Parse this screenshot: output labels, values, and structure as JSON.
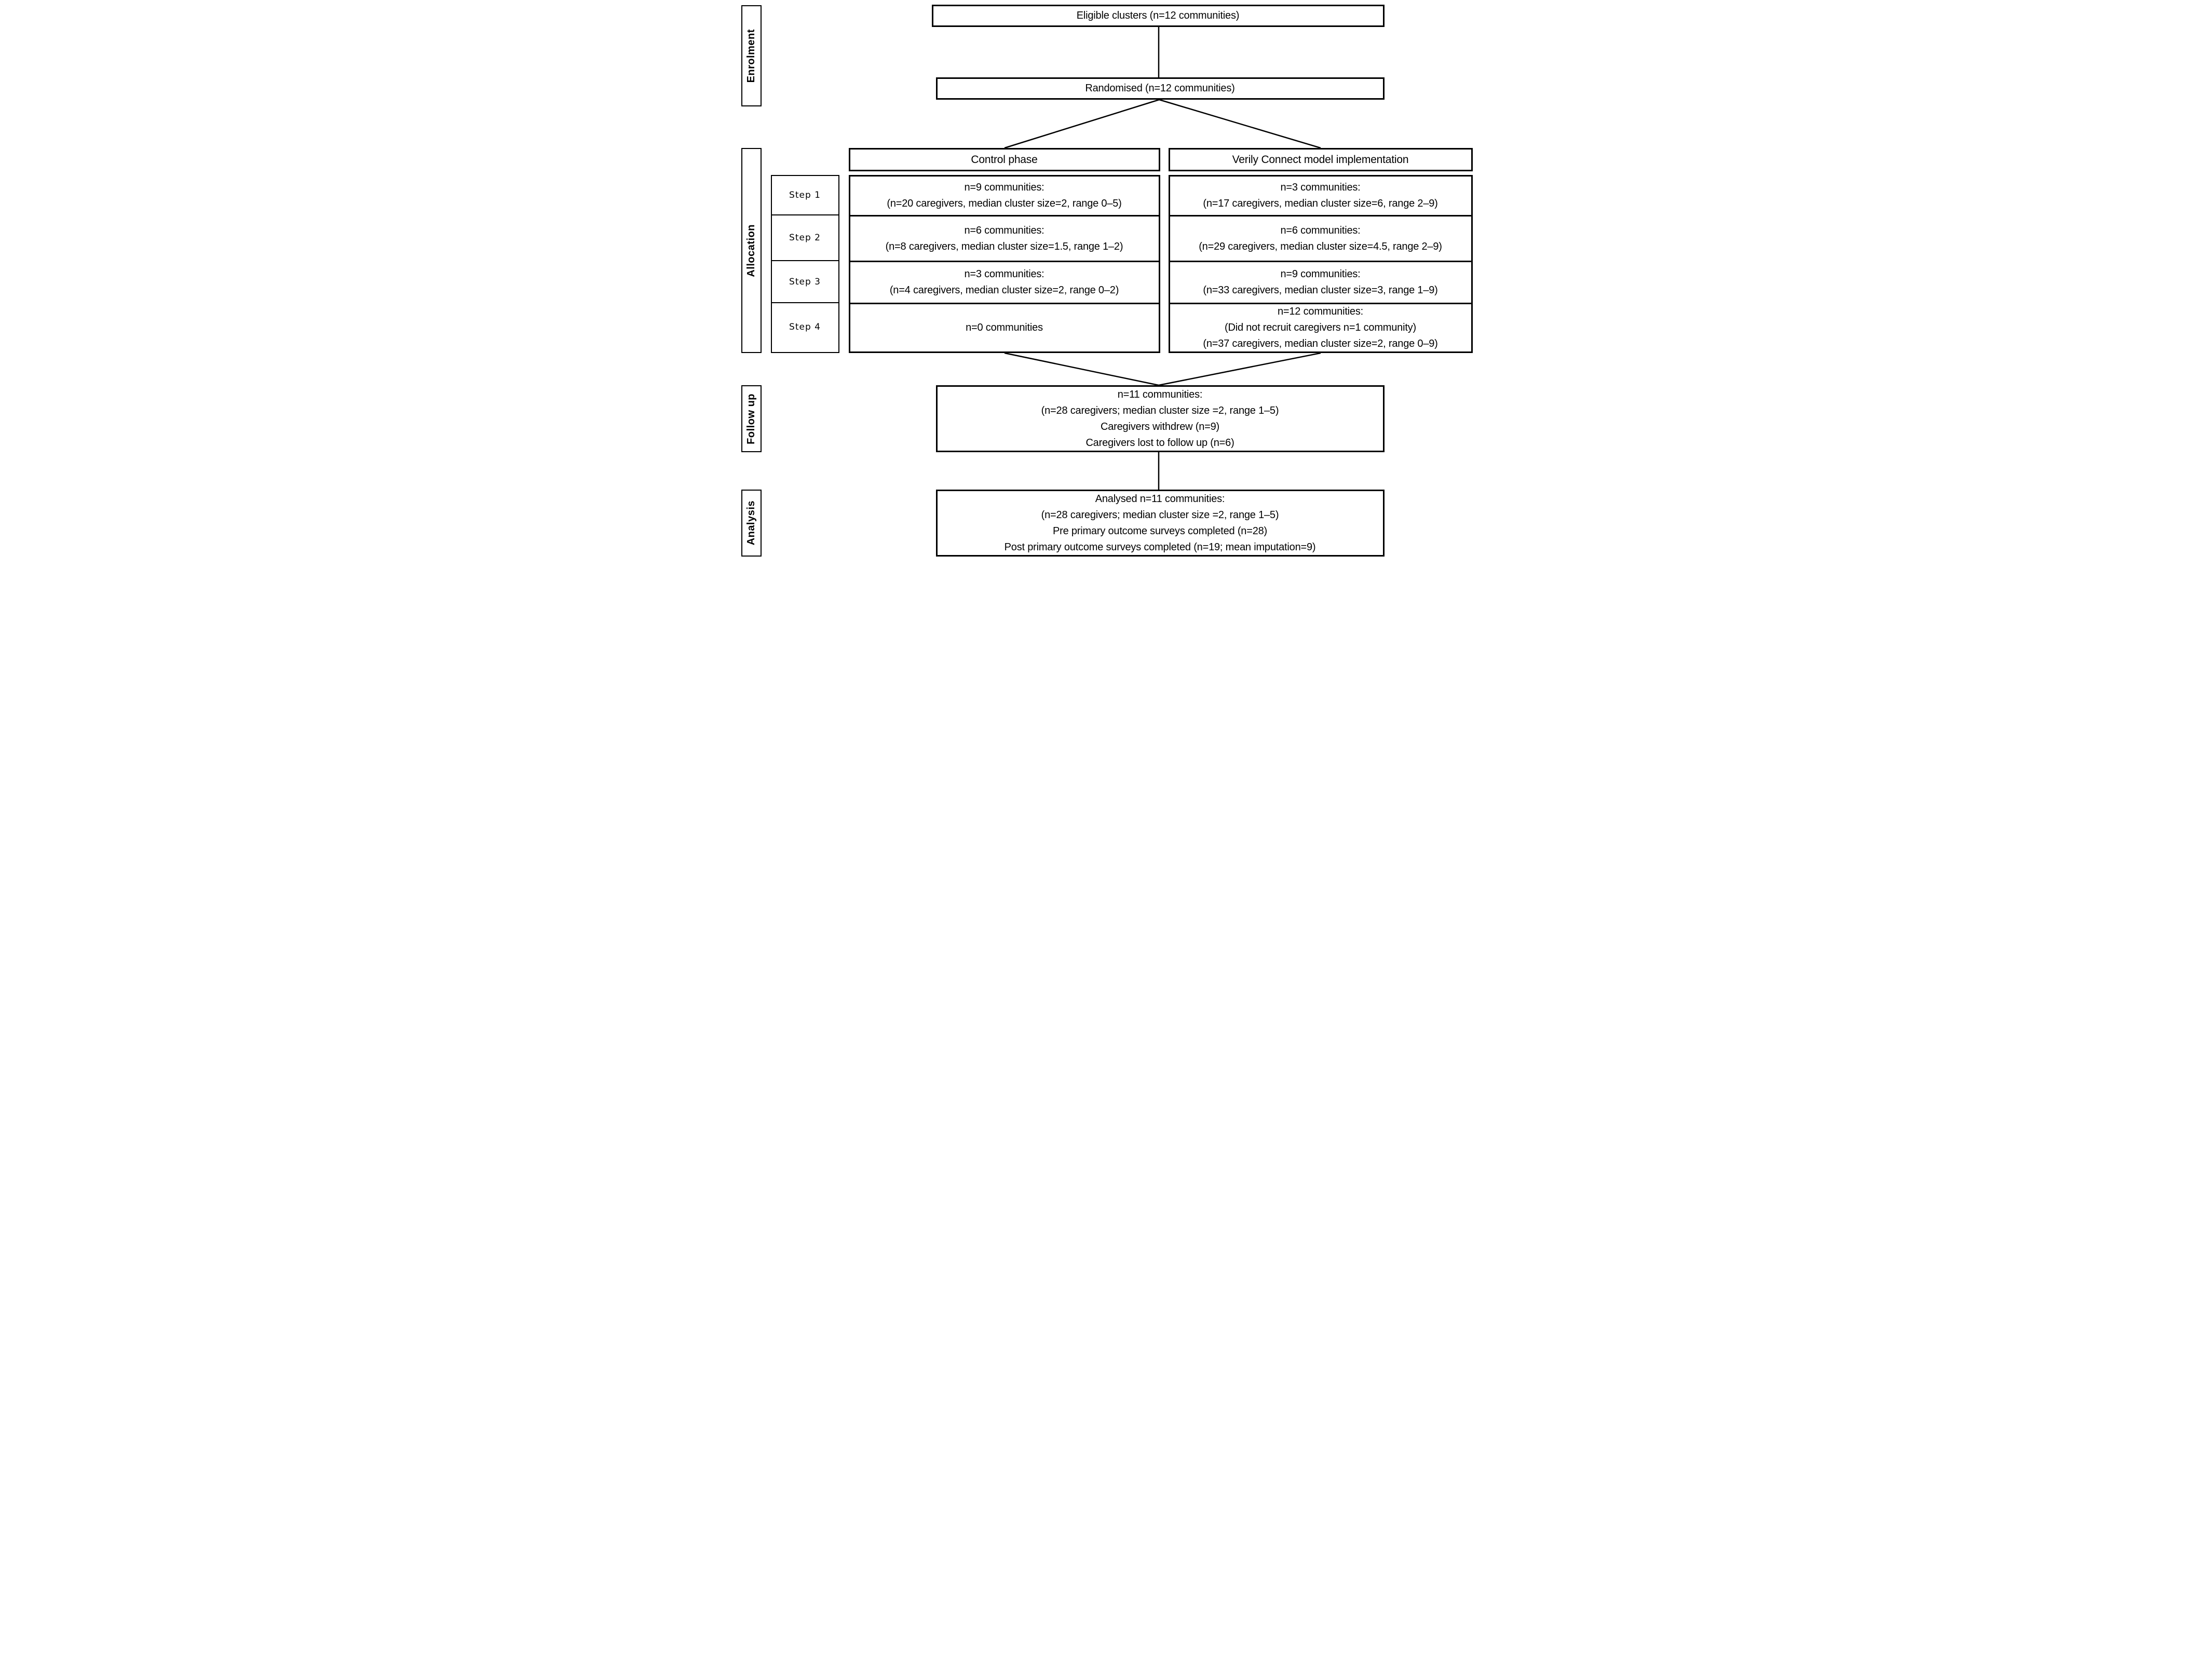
{
  "figure": {
    "type": "consort-style-flow-diagram",
    "colors": {
      "line": "#000000",
      "background": "#ffffff",
      "text": "#000000"
    },
    "side_labels": {
      "enrolment": "Enrolment",
      "allocation": "Allocation",
      "followup": "Follow up",
      "analysis": "Analysis"
    },
    "enrolment": {
      "eligible": "Eligible clusters (n=12 communities)",
      "randomised": "Randomised (n=12 communities)"
    },
    "allocation": {
      "step_labels": [
        "Step 1",
        "Step 2",
        "Step 3",
        "Step 4"
      ],
      "control": {
        "header": "Control phase",
        "rows": [
          {
            "lines": [
              "n=9 communities:",
              "(n=20 caregivers, median cluster size=2, range 0–5)"
            ]
          },
          {
            "lines": [
              "n=6 communities:",
              "(n=8 caregivers, median cluster size=1.5, range 1–2)"
            ]
          },
          {
            "lines": [
              "n=3 communities:",
              "(n=4 caregivers, median cluster size=2, range 0–2)"
            ]
          },
          {
            "lines": [
              "n=0 communities"
            ]
          }
        ]
      },
      "intervention": {
        "header": "Verily Connect model implementation",
        "rows": [
          {
            "lines": [
              "n=3 communities:",
              "(n=17 caregivers, median cluster size=6, range 2–9)"
            ]
          },
          {
            "lines": [
              "n=6 communities:",
              "(n=29 caregivers, median cluster size=4.5, range 2–9)"
            ]
          },
          {
            "lines": [
              "n=9 communities:",
              "(n=33 caregivers, median cluster size=3, range 1–9)"
            ]
          },
          {
            "lines": [
              "n=12 communities:",
              "(Did not recruit caregivers n=1 community)",
              "(n=37 caregivers, median cluster size=2, range 0–9)"
            ]
          }
        ]
      }
    },
    "followup": {
      "lines": [
        "n=11 communities:",
        "(n=28 caregivers; median cluster size =2, range 1–5)",
        "Caregivers withdrew (n=9)",
        "Caregivers lost to follow up (n=6)"
      ]
    },
    "analysis": {
      "lines": [
        "Analysed n=11 communities:",
        "(n=28 caregivers; median cluster size =2, range 1–5)",
        "Pre primary outcome surveys completed (n=28)",
        "Post primary outcome surveys completed (n=19; mean imputation=9)"
      ]
    }
  }
}
